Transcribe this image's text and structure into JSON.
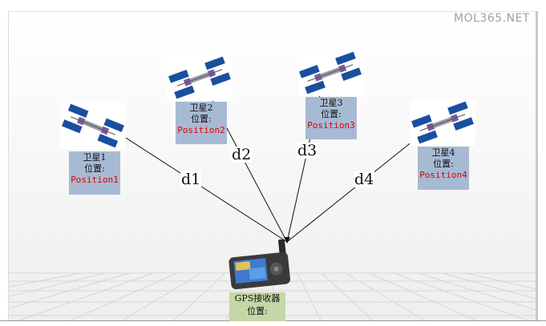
{
  "watermark": "MOL365.NET",
  "satellites": [
    {
      "name": "卫星1",
      "position_label": "位置:",
      "position_value": "Position1"
    },
    {
      "name": "卫星2",
      "position_label": "位置:",
      "position_value": "Position2"
    },
    {
      "name": "卫星3",
      "position_label": "位置:",
      "position_value": "Position3"
    },
    {
      "name": "卫星4",
      "position_label": "位置:",
      "position_value": "Position4"
    }
  ],
  "distances": [
    "d1",
    "d2",
    "d3",
    "d4"
  ],
  "receiver": {
    "name": "GPS接收器",
    "position_label": "位置:"
  },
  "colors": {
    "label_bg": "#a7bad3",
    "position_text": "#e00000",
    "receiver_label_bg": "#c4d7a6",
    "solar_panel": "#1a4fa0"
  }
}
